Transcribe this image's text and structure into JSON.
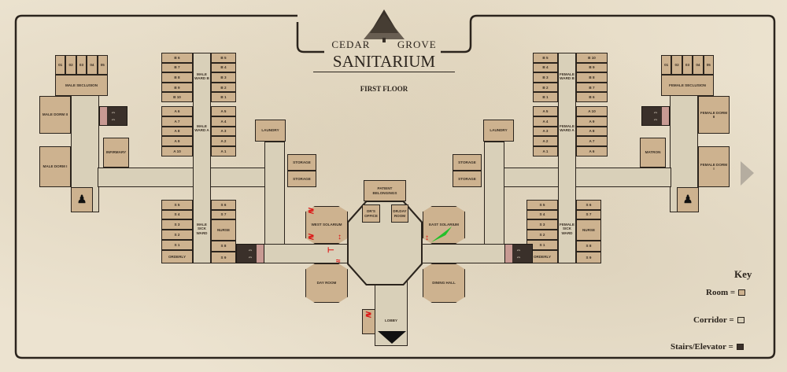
{
  "header": {
    "brand_left": "CEDAR",
    "brand_right": "GROVE",
    "name": "SANITARIUM",
    "floor": "FIRST FLOOR"
  },
  "male": {
    "seclusion": "MALE SECLUSION",
    "cells": [
      "01",
      "02",
      "03",
      "04",
      "05"
    ],
    "dorm2": "MALE DORM II",
    "dorm1": "MALE DORM I",
    "infirmary": "INFIRMARY",
    "ward_b": "MALE WARD B",
    "ward_b_left": [
      "B 6",
      "B 7",
      "B 8",
      "B 9",
      "B 10"
    ],
    "ward_b_right": [
      "B 5",
      "B 4",
      "B 3",
      "B 2",
      "B 1"
    ],
    "ward_a": "MALE WARD A",
    "ward_a_left": [
      "A 6",
      "A 7",
      "A 8",
      "A 9",
      "A 10"
    ],
    "ward_a_right": [
      "A 5",
      "A 4",
      "A 3",
      "A 2",
      "A 1"
    ],
    "laundry": "LAUNDRY",
    "storage": [
      "STORAGE",
      "STORAGE"
    ],
    "sick_ward": "MALE SICK WARD",
    "sick_left": [
      "S 5",
      "S 4",
      "S 3",
      "S 2",
      "S 1",
      "ORDERLY"
    ],
    "sick_right": [
      "S 6",
      "S 7",
      "NURSE",
      "S 8",
      "S 9"
    ]
  },
  "female": {
    "seclusion": "FEMALE SECLUSION",
    "cells": [
      "05",
      "04",
      "03",
      "02",
      "01"
    ],
    "dorm2": "FEMALE DORM II",
    "dorm1": "FEMALE DORM I",
    "matron": "MATRON",
    "ward_b": "FEMALE WARD B",
    "ward_b_left": [
      "B 10",
      "B 9",
      "B 8",
      "B 7",
      "B 6"
    ],
    "ward_b_right": [
      "B 5",
      "B 4",
      "B 3",
      "B 2",
      "B 1"
    ],
    "ward_a": "FEMALE WARD A",
    "ward_a_left": [
      "A 10",
      "A 9",
      "A 8",
      "A 7",
      "A 6"
    ],
    "ward_a_right": [
      "A 5",
      "A 4",
      "A 3",
      "A 2",
      "A 1"
    ],
    "laundry": "LAUNDRY",
    "storage": [
      "STORAGE",
      "STORAGE"
    ],
    "sick_ward": "FEMALE SICK WARD",
    "sick_left": [
      "S 6",
      "S 7",
      "NURSE",
      "S 8",
      "S 9"
    ],
    "sick_right": [
      "S 5",
      "S 4",
      "S 3",
      "S 2",
      "S 1",
      "ORDERLY"
    ]
  },
  "center": {
    "patient_belongings": "PATIENT BELONGINGS",
    "drs_office": "DR'S OFFICE",
    "dr_day_room": "DR.DAY ROOM",
    "west_solarium": "WEST SOLARIUM",
    "east_solarium": "EAST SOLARIUM",
    "day_room": "DAY ROOM",
    "dining_hall": "DINING HALL",
    "lobby": "LOBBY"
  },
  "key": {
    "title": "Key",
    "items": [
      "Room",
      "Corridor",
      "Stairs/Elevator"
    ]
  },
  "colors": {
    "room": "#cdb28f",
    "corridor": "#d9d0b9",
    "wall": "#2b241d",
    "player": "#22c02a",
    "marker": "#dd1111"
  }
}
